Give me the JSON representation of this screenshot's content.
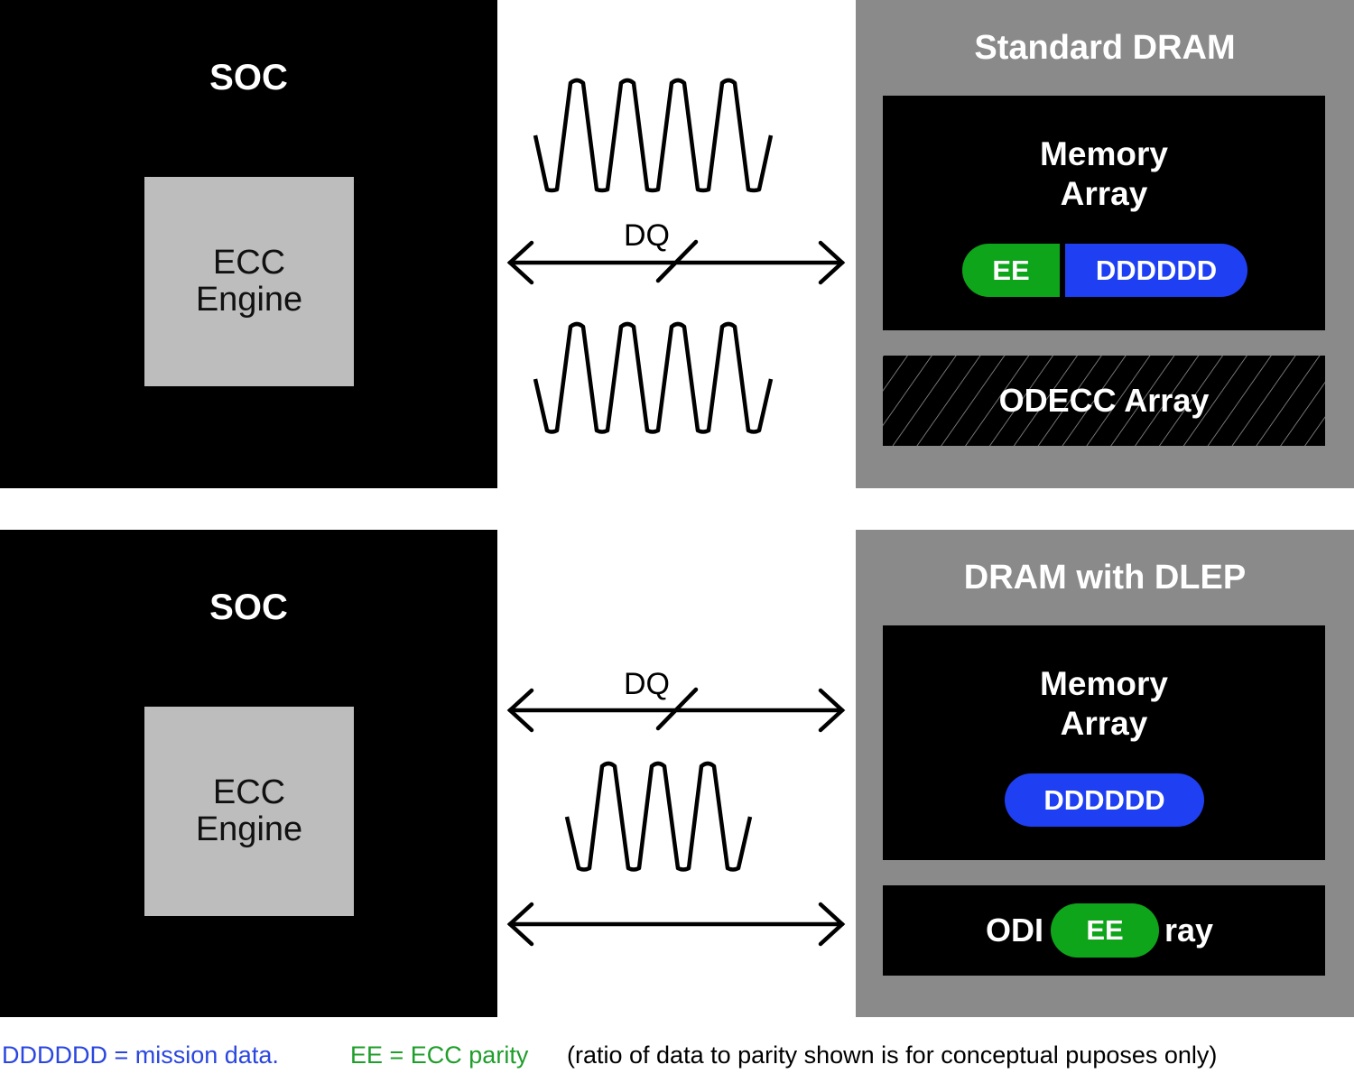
{
  "top": {
    "soc_title": "SOC",
    "ecc_line1": "ECC",
    "ecc_line2": "Engine",
    "bus_label": "DQ",
    "dram_title": "Standard DRAM",
    "memory_line1": "Memory",
    "memory_line2": "Array",
    "parity_label": "EE",
    "data_label": "DDDDDD",
    "odecc_label": "ODECC Array"
  },
  "bottom": {
    "soc_title": "SOC",
    "ecc_line1": "ECC",
    "ecc_line2": "Engine",
    "bus_label": "DQ",
    "dram_title": "DRAM with DLEP",
    "memory_line1": "Memory",
    "memory_line2": "Array",
    "data_label": "DDDDDD",
    "odecc_left": "ODI",
    "odecc_right": "ray",
    "parity_label": "EE"
  },
  "legend": {
    "data_def": "DDDDDD = mission data.",
    "parity_def": "EE = ECC parity",
    "note": "(ratio of data to parity shown is for conceptual puposes only)"
  },
  "colors": {
    "data_blue": "#1f3ff2",
    "parity_green": "#0fa51a",
    "legend_blue": "#2a46e0",
    "legend_green": "#1e9e2a"
  }
}
